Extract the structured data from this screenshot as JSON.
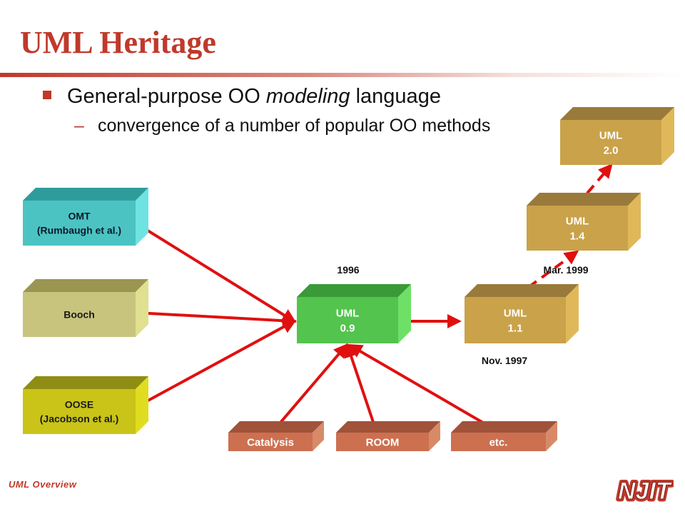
{
  "slide": {
    "title": "UML Heritage",
    "bullet": {
      "pre": "General-purpose OO ",
      "em": "modeling",
      "post": " language"
    },
    "sub_bullet": {
      "dash": "–",
      "text": "convergence of a number of popular OO methods"
    }
  },
  "diagram": {
    "boxes": {
      "omt": [
        "OMT",
        "(Rumbaugh et al.)"
      ],
      "booch": [
        "Booch"
      ],
      "oose": [
        "OOSE",
        "(Jacobson et al.)"
      ],
      "uml09": [
        "UML",
        "0.9"
      ],
      "uml11": [
        "UML",
        "1.1"
      ],
      "uml14": [
        "UML",
        "1.4"
      ],
      "uml20": [
        "UML",
        "2.0"
      ],
      "catalysis": [
        "Catalysis"
      ],
      "room": [
        "ROOM"
      ],
      "etc": [
        "etc."
      ]
    },
    "dates": {
      "uml09": "1996",
      "uml11": "Nov. 1997",
      "uml14": "Mar. 1999"
    }
  },
  "footer": {
    "label": "UML Overview",
    "logo": "NJIT"
  },
  "colors": {
    "accent": "#c0392b",
    "arrow": "#e01010"
  }
}
